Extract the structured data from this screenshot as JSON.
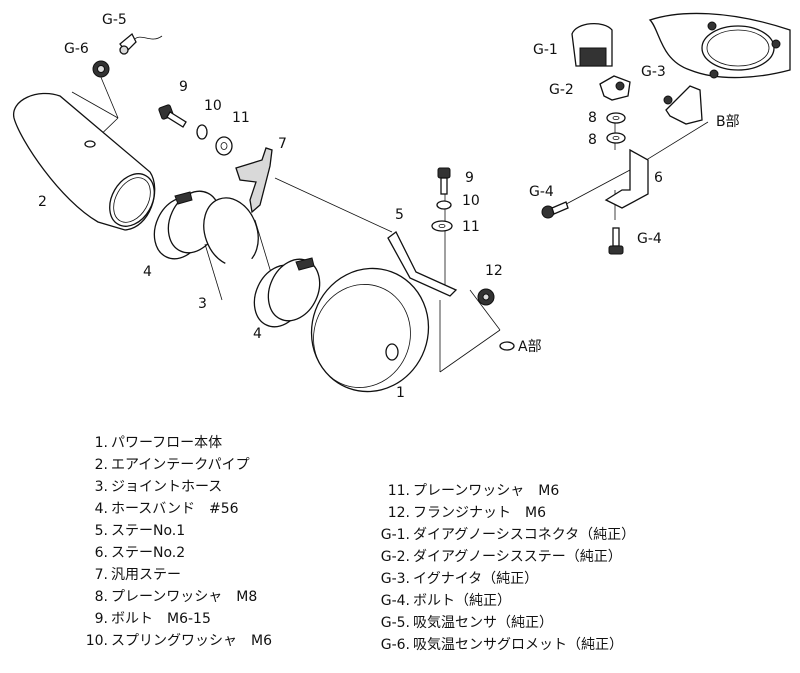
{
  "callouts": {
    "g5": "G-5",
    "g6": "G-6",
    "g1": "G-1",
    "g2": "G-2",
    "g3": "G-3",
    "g4a": "G-4",
    "g4b": "G-4",
    "n9a": "9",
    "n10a": "10",
    "n11a": "11",
    "n7": "7",
    "n2": "2",
    "n4a": "4",
    "n3": "3",
    "n4b": "4",
    "n1": "1",
    "n9b": "9",
    "n10b": "10",
    "n11b": "11",
    "n5": "5",
    "n12": "12",
    "n8a": "8",
    "n8b": "8",
    "n6": "6",
    "a_section": "A部",
    "b_section": "B部"
  },
  "legend_left": [
    {
      "num": "1.",
      "text": "パワーフロー本体"
    },
    {
      "num": "2.",
      "text": "エアインテークパイプ"
    },
    {
      "num": "3.",
      "text": "ジョイントホース"
    },
    {
      "num": "4.",
      "text": "ホースバンド　#56"
    },
    {
      "num": "5.",
      "text": "ステーNo.1"
    },
    {
      "num": "6.",
      "text": "ステーNo.2"
    },
    {
      "num": "7.",
      "text": "汎用ステー"
    },
    {
      "num": "8.",
      "text": "プレーンワッシャ　M8"
    },
    {
      "num": "9.",
      "text": "ボルト　M6-15"
    },
    {
      "num": "10.",
      "text": "スプリングワッシャ　M6"
    }
  ],
  "legend_right": [
    {
      "num": "11.",
      "text": "プレーンワッシャ　M6"
    },
    {
      "num": "12.",
      "text": "フランジナット　M6"
    },
    {
      "num": "G-1.",
      "text": "ダイアグノーシスコネクタ（純正）"
    },
    {
      "num": "G-2.",
      "text": "ダイアグノーシスステー（純正）"
    },
    {
      "num": "G-3.",
      "text": "イグナイタ（純正）"
    },
    {
      "num": "G-4.",
      "text": "ボルト（純正）"
    },
    {
      "num": "G-5.",
      "text": "吸気温センサ（純正）"
    },
    {
      "num": "G-6.",
      "text": "吸気温センサグロメット（純正）"
    }
  ]
}
